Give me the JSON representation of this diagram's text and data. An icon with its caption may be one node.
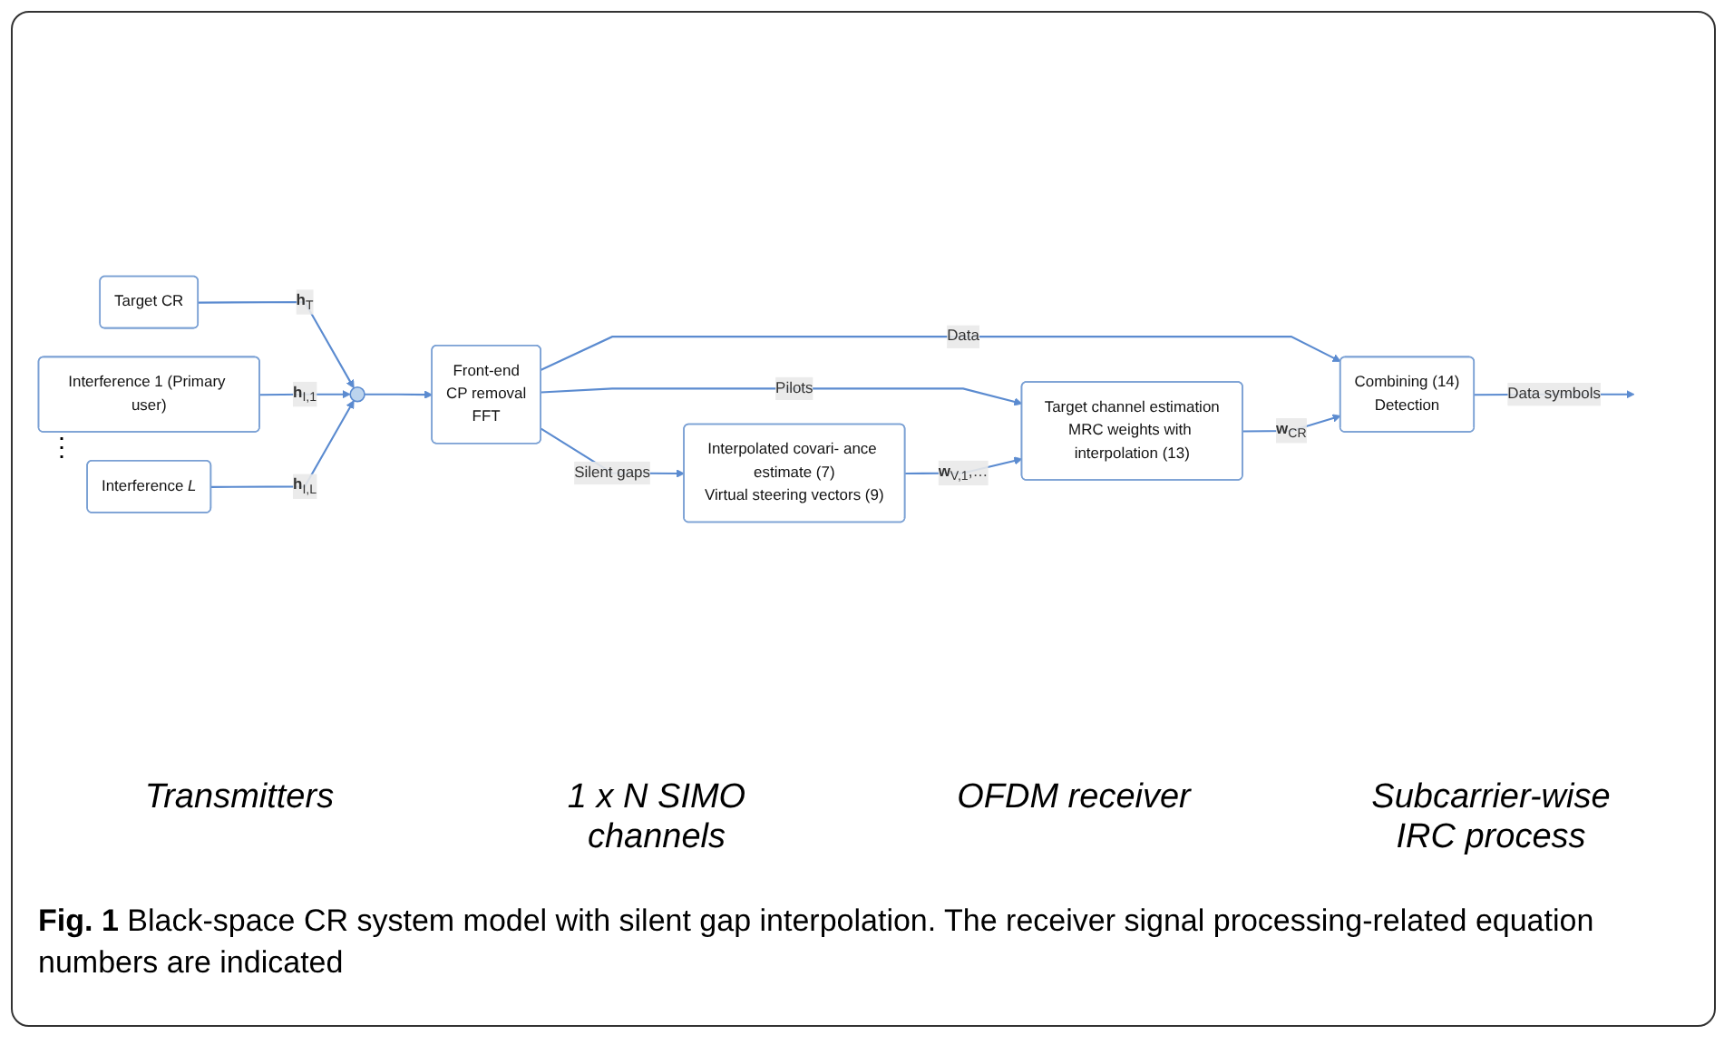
{
  "diagram": {
    "caption": "**Fig. 1** Black-space CR system model with silent gap interpolation. The receiver signal processing-related equation numbers are indicated",
    "nodes": [
      {
        "text": [
          "Target CR"
        ]
      },
      {
        "text": [
          "Interference 1 (Primary user)"
        ]
      },
      {
        "text": [
          "Interference *L*"
        ]
      },
      {
        "text": [],
        "shape": "circle"
      },
      {
        "text": [
          "Front-end",
          "CP removal",
          "FFT"
        ]
      },
      {
        "text": [
          "Interpolated covari- ance estimate (7)",
          "Virtual steering vectors (9)"
        ]
      },
      {
        "text": [
          "Target channel estimation",
          "MRC weights with interpolation (13)"
        ]
      },
      {
        "text": [
          "Combining (14)",
          "Detection"
        ]
      }
    ],
    "edges": [
      {
        "from": 0,
        "to": 3,
        "arrow": "to",
        "label": "**h**$_{T}$"
      },
      {
        "from": 1,
        "to": 3,
        "arrow": "to",
        "label": "**h**$_{I,1}$"
      },
      {
        "from": 2,
        "to": 3,
        "arrow": "to",
        "label": "**h**$_{I,L}$"
      },
      {
        "from": 3,
        "to": 4,
        "arrow": "to"
      },
      {
        "from": 4,
        "to": 5,
        "arrow": "to",
        "label": "Silent gaps"
      },
      {
        "from": 4,
        "to": 6,
        "arrow": "to",
        "label": "Pilots"
      },
      {
        "from": 4,
        "to": 7,
        "arrow": "to",
        "label": "Data"
      },
      {
        "from": 5,
        "to": 6,
        "arrow": "to",
        "label": "**w**$_{V,1}$,…"
      },
      {
        "from": 6,
        "to": 7,
        "arrow": "to",
        "label": "**w**$_{CR}$"
      },
      {
        "from": 7,
        "to": null,
        "arrow": "to",
        "label": "Data symbols"
      }
    ],
    "labels": [
      "⋮",
      "Transmitters",
      "1 x N SIMO channels",
      "OFDM receiver",
      "Subcarrier-wise IRC process"
    ]
  }
}
